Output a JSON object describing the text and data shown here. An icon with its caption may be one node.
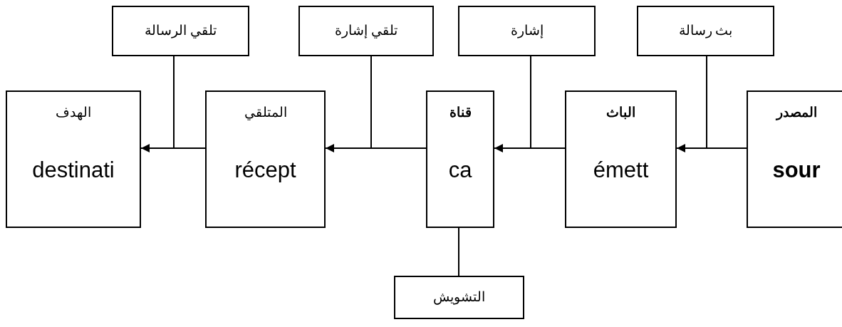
{
  "diagram": {
    "nodes": [
      {
        "text": [
          "تلقي الرسالة"
        ]
      },
      {
        "text": [
          "تلقي إشارة"
        ]
      },
      {
        "text": [
          "إشارة"
        ]
      },
      {
        "text": [
          "بث رسالة"
        ]
      },
      {
        "text": [
          "الهدف",
          "destinati"
        ]
      },
      {
        "text": [
          "المتلقي",
          "récept"
        ]
      },
      {
        "text": [
          "**قناة**",
          "ca"
        ]
      },
      {
        "text": [
          "**الباث**",
          "émett"
        ]
      },
      {
        "text": [
          "**المصدر**",
          "**sour**"
        ]
      },
      {
        "text": [
          "التشويش"
        ]
      }
    ],
    "edges": [
      {
        "from": 8,
        "to": 7,
        "arrow": "to"
      },
      {
        "from": 7,
        "to": 6,
        "arrow": "to"
      },
      {
        "from": 6,
        "to": 5,
        "arrow": "to"
      },
      {
        "from": 5,
        "to": 4,
        "arrow": "to"
      },
      {
        "from": 0,
        "to": null,
        "arrow": "none"
      },
      {
        "from": 1,
        "to": null,
        "arrow": "none"
      },
      {
        "from": 2,
        "to": null,
        "arrow": "none"
      },
      {
        "from": 3,
        "to": null,
        "arrow": "none"
      },
      {
        "from": 9,
        "to": 6,
        "arrow": "none"
      }
    ]
  }
}
